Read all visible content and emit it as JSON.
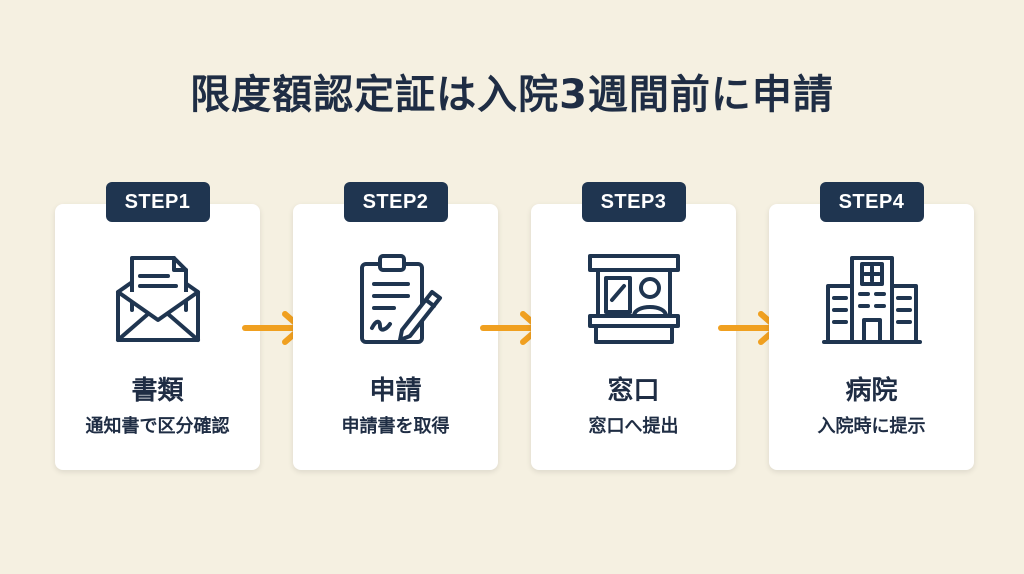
{
  "title": "限度額認定証は入院3週間前に申請",
  "colors": {
    "background": "#f5f0e1",
    "navy": "#1f3550",
    "arrow": "#f0a020",
    "card": "#ffffff"
  },
  "steps": [
    {
      "badge": "STEP1",
      "title": "書類",
      "subtitle": "通知書で区分確認",
      "icon": "envelope-document-icon"
    },
    {
      "badge": "STEP2",
      "title": "申請",
      "subtitle": "申請書を取得",
      "icon": "clipboard-pen-icon"
    },
    {
      "badge": "STEP3",
      "title": "窓口",
      "subtitle": "窓口へ提出",
      "icon": "service-counter-icon"
    },
    {
      "badge": "STEP4",
      "title": "病院",
      "subtitle": "入院時に提示",
      "icon": "hospital-icon"
    }
  ]
}
